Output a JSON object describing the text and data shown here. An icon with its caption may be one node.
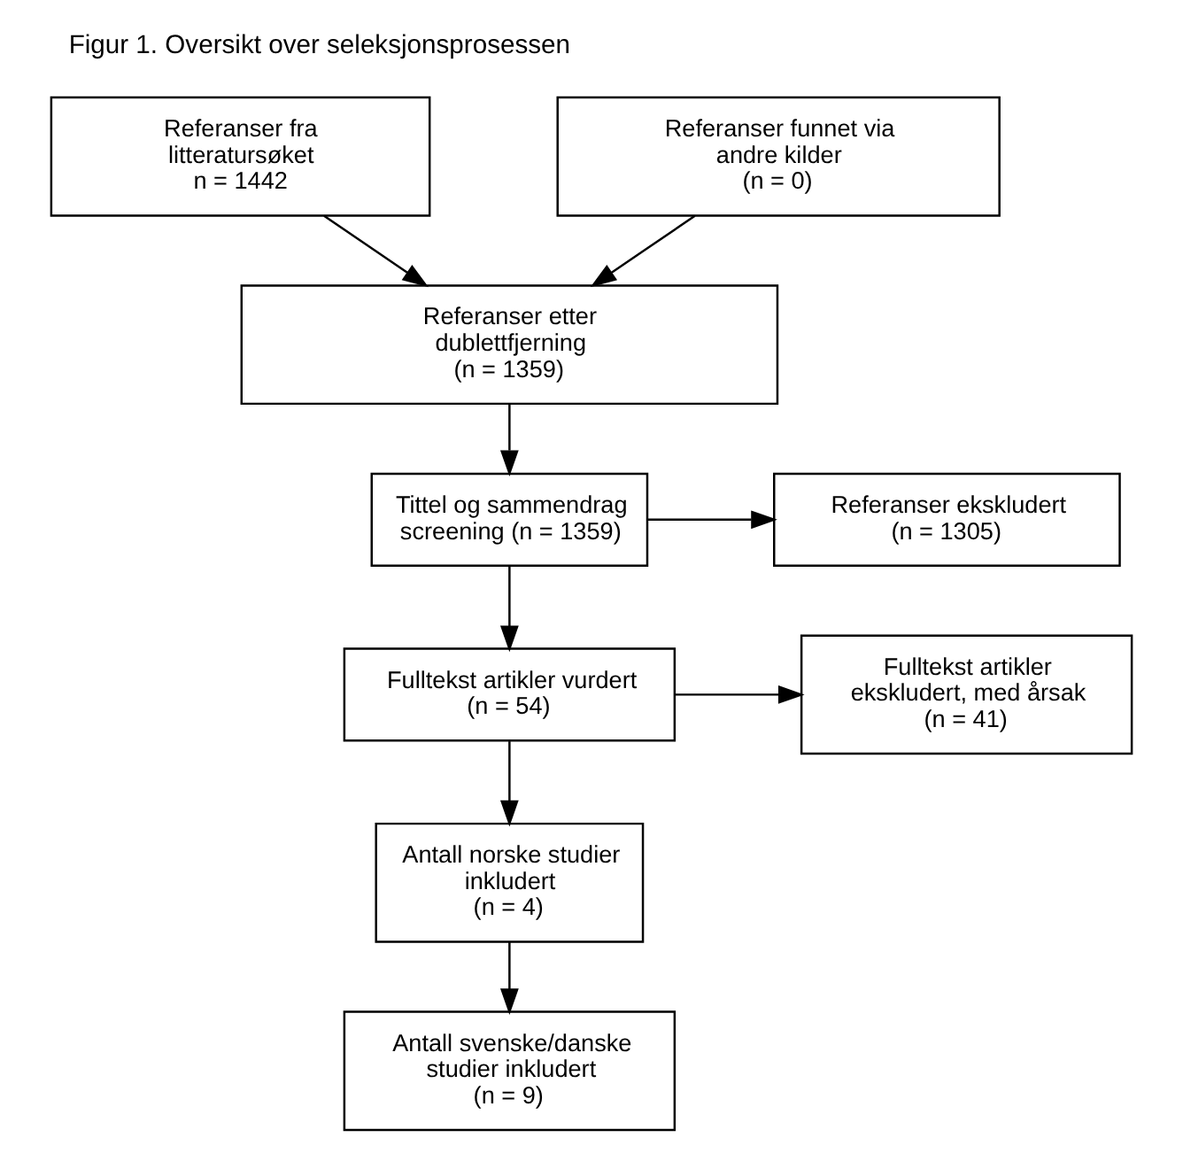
{
  "diagram": {
    "title": "Figur 1. Oversikt over seleksjonsprosessen",
    "nodes": [
      {
        "text": [
          "Referanser fra litteratursøket",
          "n = 1442"
        ]
      },
      {
        "text": [
          "Referanser funnet via andre kilder",
          "(n = 0)"
        ]
      },
      {
        "text": [
          "Referanser etter dublettfjerning",
          "(n = 1359)"
        ]
      },
      {
        "text": [
          "Tittel og sammendrag screening (n = 1359)"
        ]
      },
      {
        "text": [
          "Referanser ekskludert",
          "(n = 1305)"
        ]
      },
      {
        "text": [
          "Fulltekst artikler vurdert",
          "(n = 54)"
        ]
      },
      {
        "text": [
          "Fulltekst artikler ekskludert, med årsak",
          "(n = 41)"
        ]
      },
      {
        "text": [
          "Antall norske studier inkludert",
          "(n = 4)"
        ]
      },
      {
        "text": [
          "Antall svenske/danske studier inkludert",
          "(n = 9)"
        ]
      }
    ],
    "edges": [
      {
        "from": 0,
        "to": 2,
        "arrow": "to"
      },
      {
        "from": 1,
        "to": 2,
        "arrow": "to"
      },
      {
        "from": 2,
        "to": 3,
        "arrow": "to"
      },
      {
        "from": 3,
        "to": 4,
        "arrow": "to"
      },
      {
        "from": 3,
        "to": 5,
        "arrow": "to"
      },
      {
        "from": 5,
        "to": 6,
        "arrow": "to"
      },
      {
        "from": 5,
        "to": 7,
        "arrow": "to"
      },
      {
        "from": 7,
        "to": 8,
        "arrow": "to"
      }
    ]
  }
}
